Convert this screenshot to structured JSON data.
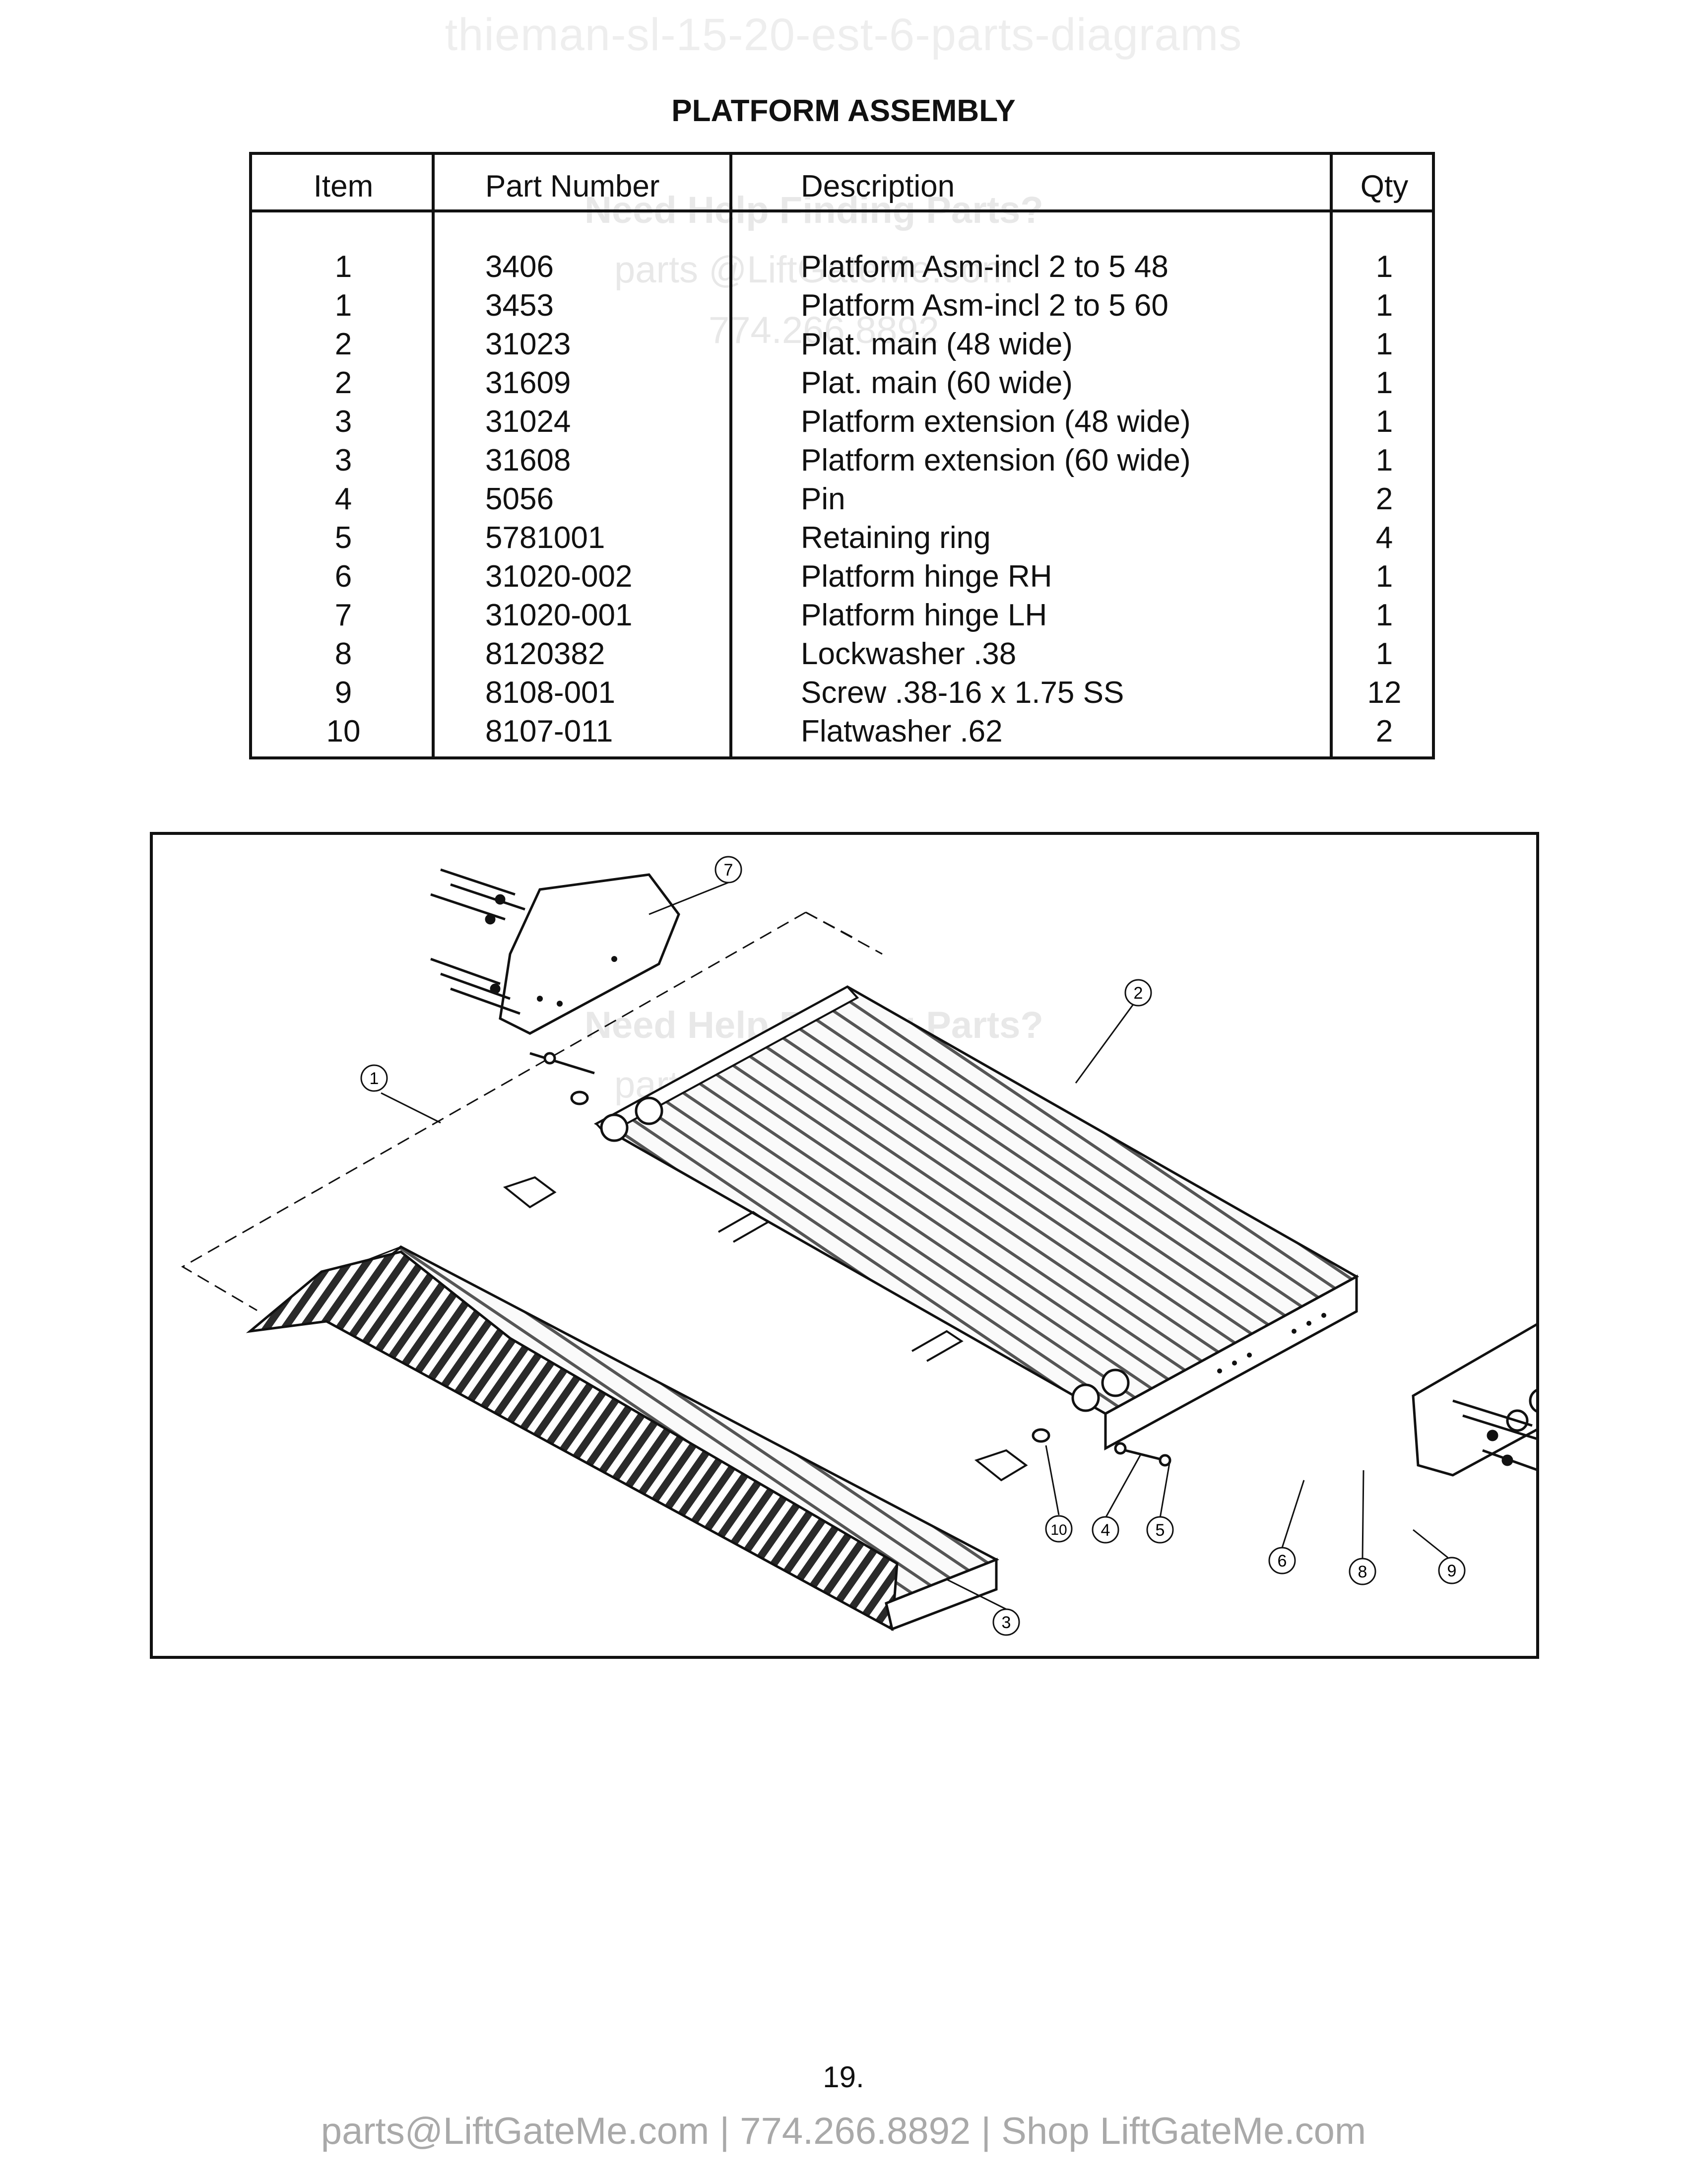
{
  "watermark": {
    "top": "thieman-sl-15-20-est-6-parts-diagrams",
    "help_line": "Need Help Finding Parts?",
    "email_line": "parts @LiftGateMe.com",
    "phone_line": "774.266.8892"
  },
  "title": "PLATFORM ASSEMBLY",
  "table": {
    "headers": {
      "item": "Item",
      "part_number": "Part Number",
      "description": "Description",
      "qty": "Qty"
    },
    "rows": [
      {
        "item": "1",
        "part_number": "3406",
        "description": "Platform Asm-incl 2 to 5  48",
        "qty": "1"
      },
      {
        "item": "1",
        "part_number": "3453",
        "description": "Platform Asm-incl 2 to 5  60",
        "qty": "1"
      },
      {
        "item": "2",
        "part_number": "31023",
        "description": "Plat. main (48 wide)",
        "qty": "1"
      },
      {
        "item": "2",
        "part_number": "31609",
        "description": "Plat. main (60 wide)",
        "qty": "1"
      },
      {
        "item": "3",
        "part_number": "31024",
        "description": "Platform extension (48 wide)",
        "qty": "1"
      },
      {
        "item": "3",
        "part_number": "31608",
        "description": "Platform extension (60 wide)",
        "qty": "1"
      },
      {
        "item": "4",
        "part_number": "5056",
        "description": "Pin",
        "qty": "2"
      },
      {
        "item": "5",
        "part_number": "5781001",
        "description": "Retaining ring",
        "qty": "4"
      },
      {
        "item": "6",
        "part_number": "31020-002",
        "description": "Platform hinge RH",
        "qty": "1"
      },
      {
        "item": "7",
        "part_number": "31020-001",
        "description": "Platform hinge LH",
        "qty": "1"
      },
      {
        "item": "8",
        "part_number": "8120382",
        "description": "Lockwasher .38",
        "qty": "1"
      },
      {
        "item": "9",
        "part_number": "8108-001",
        "description": "Screw .38-16 x 1.75 SS",
        "qty": "12"
      },
      {
        "item": "10",
        "part_number": "8107-011",
        "description": "Flatwasher .62",
        "qty": "2"
      }
    ]
  },
  "diagram": {
    "callouts": [
      "1",
      "2",
      "3",
      "4",
      "5",
      "6",
      "7",
      "8",
      "9",
      "10"
    ]
  },
  "page_number": "19.",
  "footer": "parts@LiftGateMe.com | 774.266.8892 | Shop LiftGateMe.com"
}
